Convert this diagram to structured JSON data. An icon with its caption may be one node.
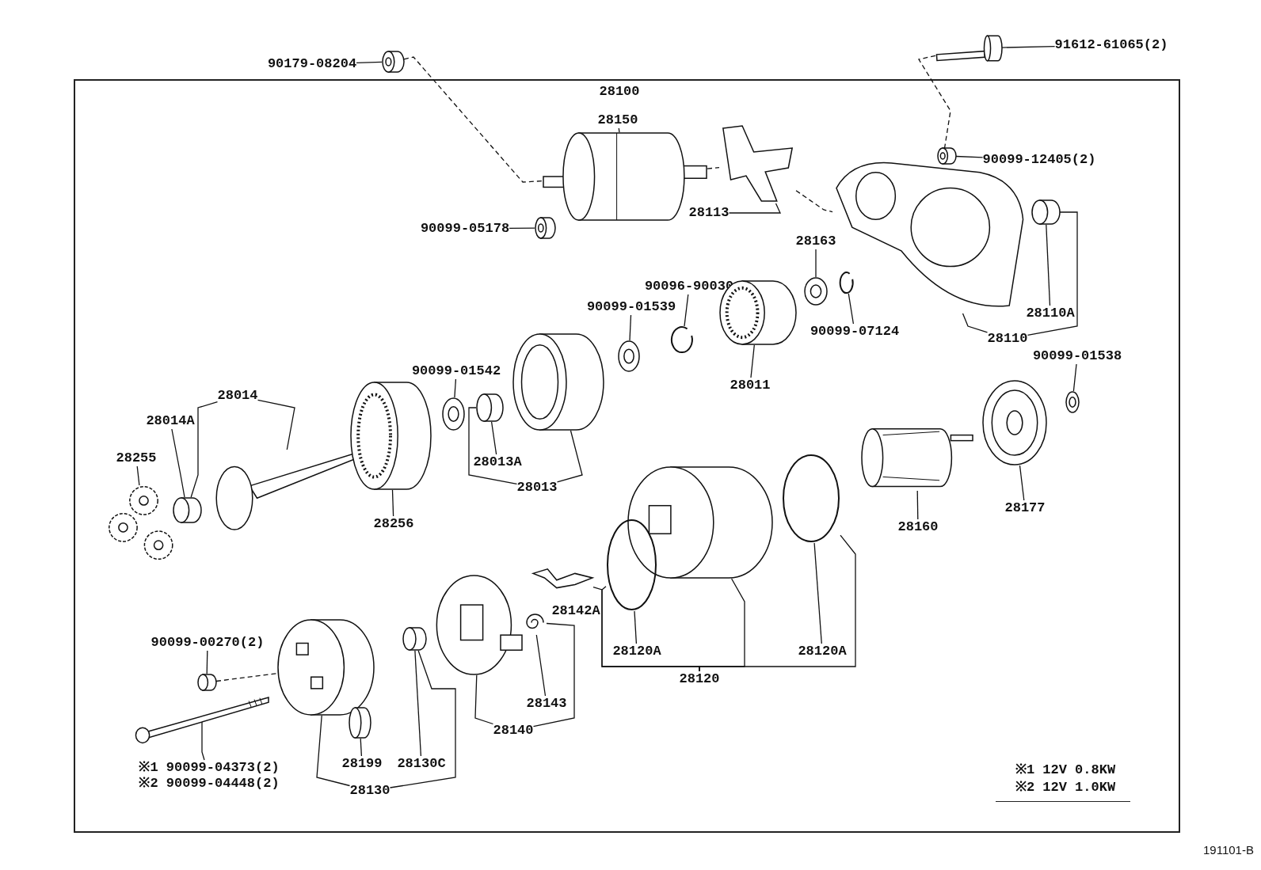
{
  "diagram": {
    "nodes": [
      {
        "text": [
          "28100"
        ]
      },
      {
        "text": [
          "90179-08204"
        ]
      },
      {
        "text": [],
        "shape": "cylinder"
      },
      {
        "text": [
          "91612-61065(2)"
        ]
      },
      {
        "text": [],
        "shape": "picture"
      },
      {
        "text": [
          "28150"
        ],
        "in": 0
      },
      {
        "text": [],
        "shape": "cylinder",
        "in": 0
      },
      {
        "text": [
          "90099-05178"
        ],
        "in": 0
      },
      {
        "text": [],
        "shape": "cylinder",
        "in": 0
      },
      {
        "text": [
          "28113"
        ],
        "in": 0
      },
      {
        "text": [],
        "shape": "picture",
        "in": 0
      },
      {
        "text": [
          "90099-12405(2)"
        ],
        "in": 0
      },
      {
        "text": [],
        "shape": "cylinder",
        "in": 0
      },
      {
        "text": [],
        "shape": "picture",
        "in": 0
      },
      {
        "text": [],
        "shape": "cylinder",
        "in": 0
      },
      {
        "text": [
          "28110"
        ],
        "in": 0
      },
      {
        "text": [
          "28110A"
        ],
        "in": 0
      },
      {
        "text": [
          "28163"
        ],
        "in": 0
      },
      {
        "text": [],
        "shape": "picture",
        "in": 0
      },
      {
        "text": [
          "90099-07124"
        ],
        "in": 0
      },
      {
        "text": [],
        "shape": "picture",
        "in": 0
      },
      {
        "text": [
          "90096-90030"
        ],
        "in": 0
      },
      {
        "text": [],
        "shape": "picture",
        "in": 0
      },
      {
        "text": [
          "90099-01539"
        ],
        "in": 0
      },
      {
        "text": [],
        "shape": "picture",
        "in": 0
      },
      {
        "text": [],
        "shape": "cylinder",
        "in": 0
      },
      {
        "text": [
          "28011"
        ],
        "in": 0
      },
      {
        "text": [
          "90099-01538"
        ],
        "in": 0
      },
      {
        "text": [],
        "shape": "picture",
        "in": 0
      },
      {
        "text": [],
        "shape": "picture",
        "in": 0
      },
      {
        "text": [
          "28177"
        ],
        "in": 0
      },
      {
        "text": [],
        "shape": "picture",
        "in": 0
      },
      {
        "text": [
          "28160"
        ],
        "in": 0
      },
      {
        "text": [
          "28014"
        ],
        "in": 0
      },
      {
        "text": [
          "28014A"
        ],
        "in": 0
      },
      {
        "text": [],
        "shape": "picture",
        "in": 0
      },
      {
        "text": [],
        "shape": "cylinder",
        "in": 0
      },
      {
        "text": [
          "28255"
        ],
        "in": 0
      },
      {
        "text": [],
        "shape": "picture",
        "in": 0
      },
      {
        "text": [],
        "shape": "cylinder",
        "in": 0
      },
      {
        "text": [
          "28256"
        ],
        "in": 0
      },
      {
        "text": [
          "90099-01542"
        ],
        "in": 0
      },
      {
        "text": [],
        "shape": "picture",
        "in": 0
      },
      {
        "text": [],
        "shape": "cylinder",
        "in": 0
      },
      {
        "text": [
          "28013A"
        ],
        "in": 0
      },
      {
        "text": [],
        "shape": "cylinder",
        "in": 0
      },
      {
        "text": [
          "28013"
        ],
        "in": 0
      },
      {
        "text": [],
        "shape": "cylinder",
        "in": 0
      },
      {
        "text": [],
        "shape": "circle",
        "in": 0
      },
      {
        "text": [],
        "shape": "circle",
        "in": 0
      },
      {
        "text": [],
        "shape": "picture",
        "in": 0
      },
      {
        "text": [],
        "shape": "picture",
        "in": 0
      },
      {
        "text": [
          "28120A"
        ],
        "in": 0
      },
      {
        "text": [
          "28120A"
        ],
        "in": 0
      },
      {
        "text": [
          "28120"
        ],
        "in": 0
      },
      {
        "text": [],
        "shape": "picture",
        "in": 0
      },
      {
        "text": [
          "28143"
        ],
        "in": 0
      },
      {
        "text": [
          "28140"
        ],
        "in": 0
      },
      {
        "text": [
          "90099-00270(2)"
        ],
        "in": 0
      },
      {
        "text": [],
        "shape": "cylinder",
        "in": 0
      },
      {
        "text": [],
        "shape": "picture",
        "in": 0
      },
      {
        "text": [],
        "shape": "cylinder",
        "in": 0
      },
      {
        "text": [],
        "shape": "cylinder",
        "in": 0
      },
      {
        "text": [],
        "shape": "picture",
        "in": 0
      },
      {
        "text": [
          "28199"
        ],
        "in": 0
      },
      {
        "text": [
          "28130C"
        ],
        "in": 0
      },
      {
        "text": [
          "28130"
        ],
        "in": 0
      },
      {
        "text": [
          "※1 90099-04373(2)",
          "※2 90099-04448(2)"
        ],
        "in": 0
      }
    ],
    "edges": [
      {
        "from": 1,
        "to": 2,
        "arrow": "none"
      },
      {
        "from": 2,
        "to": 6,
        "arrow": "none",
        "style": "dashed"
      },
      {
        "from": 3,
        "to": 4,
        "arrow": "none"
      },
      {
        "from": 4,
        "to": 13,
        "arrow": "none",
        "style": "dashed"
      },
      {
        "from": 5,
        "to": 6,
        "arrow": "none"
      },
      {
        "from": 7,
        "to": 8,
        "arrow": "none"
      },
      {
        "from": 6,
        "to": 10,
        "arrow": "none",
        "style": "dashed"
      },
      {
        "from": 9,
        "to": 10,
        "arrow": "none"
      },
      {
        "from": 10,
        "to": 13,
        "arrow": "none",
        "style": "dashed"
      },
      {
        "from": 11,
        "to": 12,
        "arrow": "none"
      },
      {
        "from": 15,
        "to": 13,
        "arrow": "none"
      },
      {
        "from": 15,
        "to": 14,
        "arrow": "none"
      },
      {
        "from": 16,
        "to": 14,
        "arrow": "none"
      },
      {
        "from": 17,
        "to": 18,
        "arrow": "none"
      },
      {
        "from": 19,
        "to": 20,
        "arrow": "none"
      },
      {
        "from": 21,
        "to": 22,
        "arrow": "none"
      },
      {
        "from": 23,
        "to": 24,
        "arrow": "none"
      },
      {
        "from": 26,
        "to": 25,
        "arrow": "none"
      },
      {
        "from": 27,
        "to": 28,
        "arrow": "none"
      },
      {
        "from": 30,
        "to": 29,
        "arrow": "none"
      },
      {
        "from": 32,
        "to": 31,
        "arrow": "none"
      },
      {
        "from": 33,
        "to": 35,
        "arrow": "none"
      },
      {
        "from": 33,
        "to": 36,
        "arrow": "none"
      },
      {
        "from": 34,
        "to": 36,
        "arrow": "none"
      },
      {
        "from": 37,
        "to": 38,
        "arrow": "none"
      },
      {
        "from": 40,
        "to": 39,
        "arrow": "none"
      },
      {
        "from": 41,
        "to": 42,
        "arrow": "none"
      },
      {
        "from": 44,
        "to": 43,
        "arrow": "none"
      },
      {
        "from": 46,
        "to": 45,
        "arrow": "none"
      },
      {
        "from": 46,
        "to": 43,
        "arrow": "none"
      },
      {
        "from": 52,
        "to": 49,
        "arrow": "none"
      },
      {
        "from": 53,
        "to": 48,
        "arrow": "none"
      },
      {
        "from": 54,
        "to": 50,
        "arrow": "none"
      },
      {
        "from": 54,
        "to": 49,
        "arrow": "none"
      },
      {
        "from": 54,
        "to": 47,
        "arrow": "none"
      },
      {
        "from": 54,
        "to": 48,
        "arrow": "none"
      },
      {
        "from": 56,
        "to": 51,
        "arrow": "none"
      },
      {
        "from": 57,
        "to": 55,
        "arrow": "none"
      },
      {
        "from": 57,
        "to": 51,
        "arrow": "none"
      },
      {
        "from": 58,
        "to": 59,
        "arrow": "none"
      },
      {
        "from": 59,
        "to": 60,
        "arrow": "none",
        "style": "dashed"
      },
      {
        "from": 64,
        "to": 62,
        "arrow": "none"
      },
      {
        "from": 65,
        "to": 61,
        "arrow": "none"
      },
      {
        "from": 66,
        "to": 60,
        "arrow": "none"
      },
      {
        "from": 66,
        "to": 61,
        "arrow": "none"
      },
      {
        "from": 67,
        "to": 63,
        "arrow": "none"
      }
    ],
    "labels": [
      "28142A",
      "※1 12V 0.8KW",
      "※2 12V 1.0KW",
      "191101-B"
    ]
  }
}
